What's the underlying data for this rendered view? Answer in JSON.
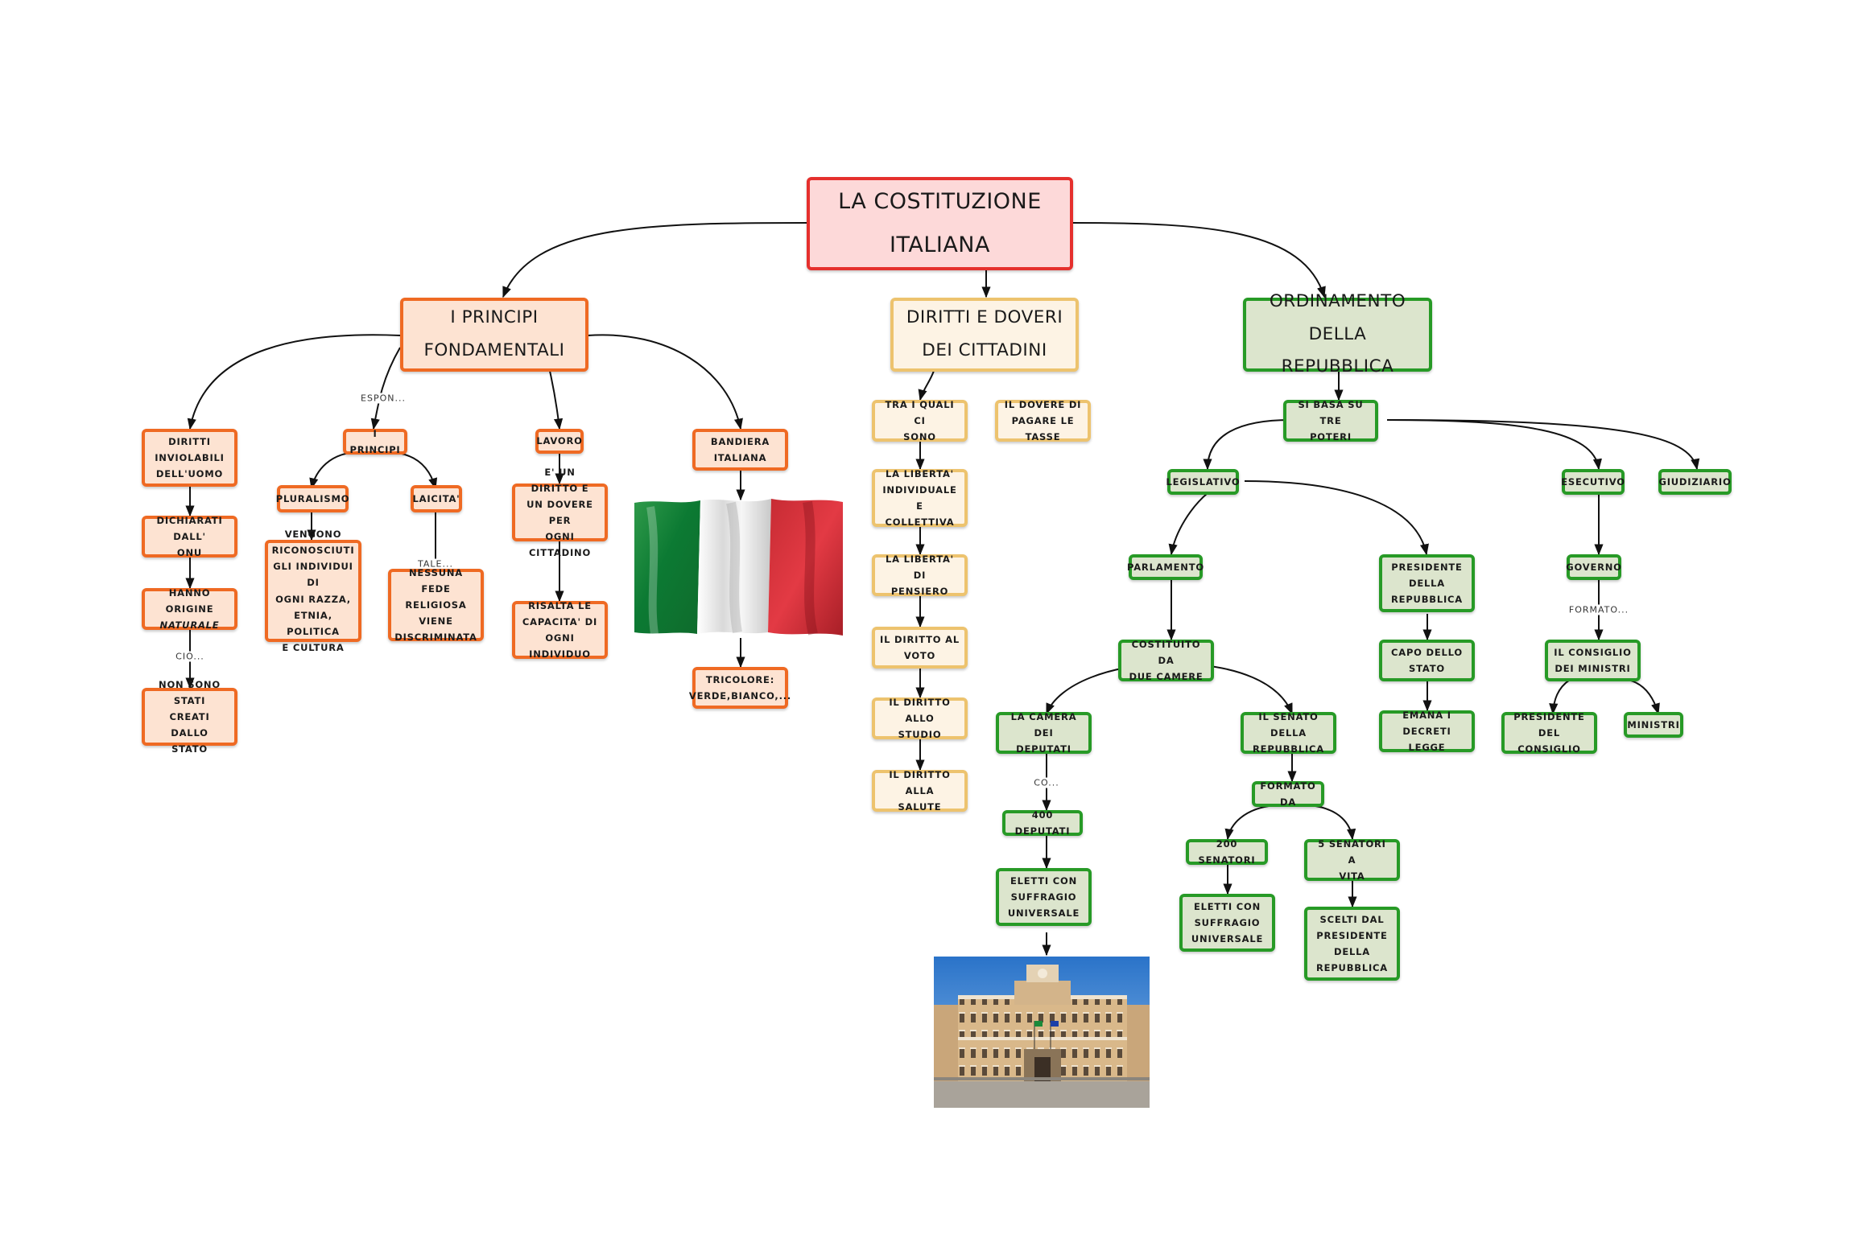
{
  "root": {
    "title": "LA COSTITUZIONE\nITALIANA"
  },
  "principi": {
    "title": "I PRINCIPI\nFONDAMENTALI",
    "link_label": "ESPON...",
    "diritti": {
      "label": "DIRITTI\nINVIOLABILI\nDELL'UOMO"
    },
    "dichiarati": {
      "label": "DICHIARATI DALL'\nONU"
    },
    "origine": {
      "line1": "HANNO ORIGINE",
      "line2": "NATURALE"
    },
    "cio_label": "CIO...",
    "non_stati": {
      "label": "NON SONO STATI\nCREATI DALLO\nSTATO"
    },
    "i_principi": {
      "label": "I PRINCIPI"
    },
    "pluralismo": {
      "label": "PLURALISMO"
    },
    "riconosciuti": {
      "label": "VENGONO\nRICONOSCIUTI\nGLI INDIVIDUI DI\nOGNI RAZZA,\nETNIA, POLITICA\nE CULTURA"
    },
    "laicita": {
      "label": "LAICITA'"
    },
    "tale_label": "TALE...",
    "fede": {
      "label": "NESSUNA FEDE\nRELIGIOSA VIENE\nDISCRIMINATA"
    },
    "lavoro": {
      "label": "LAVORO"
    },
    "diritto_dovere": {
      "label": "E' UN DIRITTO E\nUN DOVERE PER\nOGNI CITTADINO"
    },
    "risalta": {
      "label": "RISALTA LE\nCAPACITA' DI\nOGNI INDIVIDUO"
    },
    "bandiera": {
      "label": "BANDIERA\nITALIANA"
    },
    "tricolore": {
      "label": "TRICOLORE:\nVERDE,BIANCO,..."
    }
  },
  "diritti_doveri": {
    "title": "DIRITTI E DOVERI\nDEI CITTADINI",
    "tra_quali": {
      "label": "TRA I QUALI CI\nSONO"
    },
    "tasse": {
      "label": "IL DOVERE DI\nPAGARE LE TASSE"
    },
    "liberta_ind": {
      "label": "LA LIBERTA'\nINDIVIDUALE E\nCOLLETTIVA"
    },
    "liberta_pens": {
      "label": "LA LIBERTA' DI\nPENSIERO"
    },
    "voto": {
      "label": "IL DIRITTO AL\nVOTO"
    },
    "studio": {
      "label": "IL DIRITTO ALLO\nSTUDIO"
    },
    "salute": {
      "label": "IL DIRITTO ALLA\nSALUTE"
    }
  },
  "ordinamento": {
    "title": "ORDINAMENTO\nDELLA REPUBBLICA",
    "tre_poteri": {
      "label": "SI BASA SU TRE\nPOTERI"
    },
    "legislativo": {
      "label": "LEGISLATIVO"
    },
    "esecutivo": {
      "label": "ESECUTIVO"
    },
    "giudiziario": {
      "label": "GIUDIZIARIO"
    },
    "parlamento": {
      "label": "PARLAMENTO"
    },
    "presidente_rep": {
      "label": "PRESIDENTE\nDELLA\nREPUBBLICA"
    },
    "capo_stato": {
      "label": "CAPO DELLO\nSTATO"
    },
    "decreti": {
      "label": "EMANA I DECRETI\nLEGGE"
    },
    "due_camere": {
      "label": "COSTITUITO DA\nDUE CAMERE"
    },
    "camera": {
      "label": "LA CAMERA DEI\nDEPUTATI"
    },
    "co_label": "CO...",
    "deputati": {
      "label": "400 DEPUTATI"
    },
    "eletti_cam": {
      "label": "ELETTI CON\nSUFFRAGIO\nUNIVERSALE"
    },
    "senato": {
      "label": "IL SENATO DELLA\nREPUBBLICA"
    },
    "formato": {
      "label": "FORMATO DA"
    },
    "senatori200": {
      "label": "200 SENATORI"
    },
    "eletti_sen": {
      "label": "ELETTI CON\nSUFFRAGIO\nUNIVERSALE"
    },
    "senatori5": {
      "label": "5 SENATORI A\nVITA"
    },
    "scelti": {
      "label": "SCELTI DAL\nPRESIDENTE\nDELLA\nREPUBBLICA"
    },
    "governo": {
      "label": "GOVERNO"
    },
    "formato_label": "FORMATO...",
    "consiglio": {
      "label": "IL CONSIGLIO\nDEI MINISTRI"
    },
    "pres_consiglio": {
      "label": "PRESIDENTE DEL\nCONSIGLIO"
    },
    "ministri": {
      "label": "MINISTRI"
    }
  },
  "colors": {
    "root": "#e5302d",
    "orange": "#ef6a23",
    "yellow": "#edc36e",
    "green": "#279a26"
  }
}
